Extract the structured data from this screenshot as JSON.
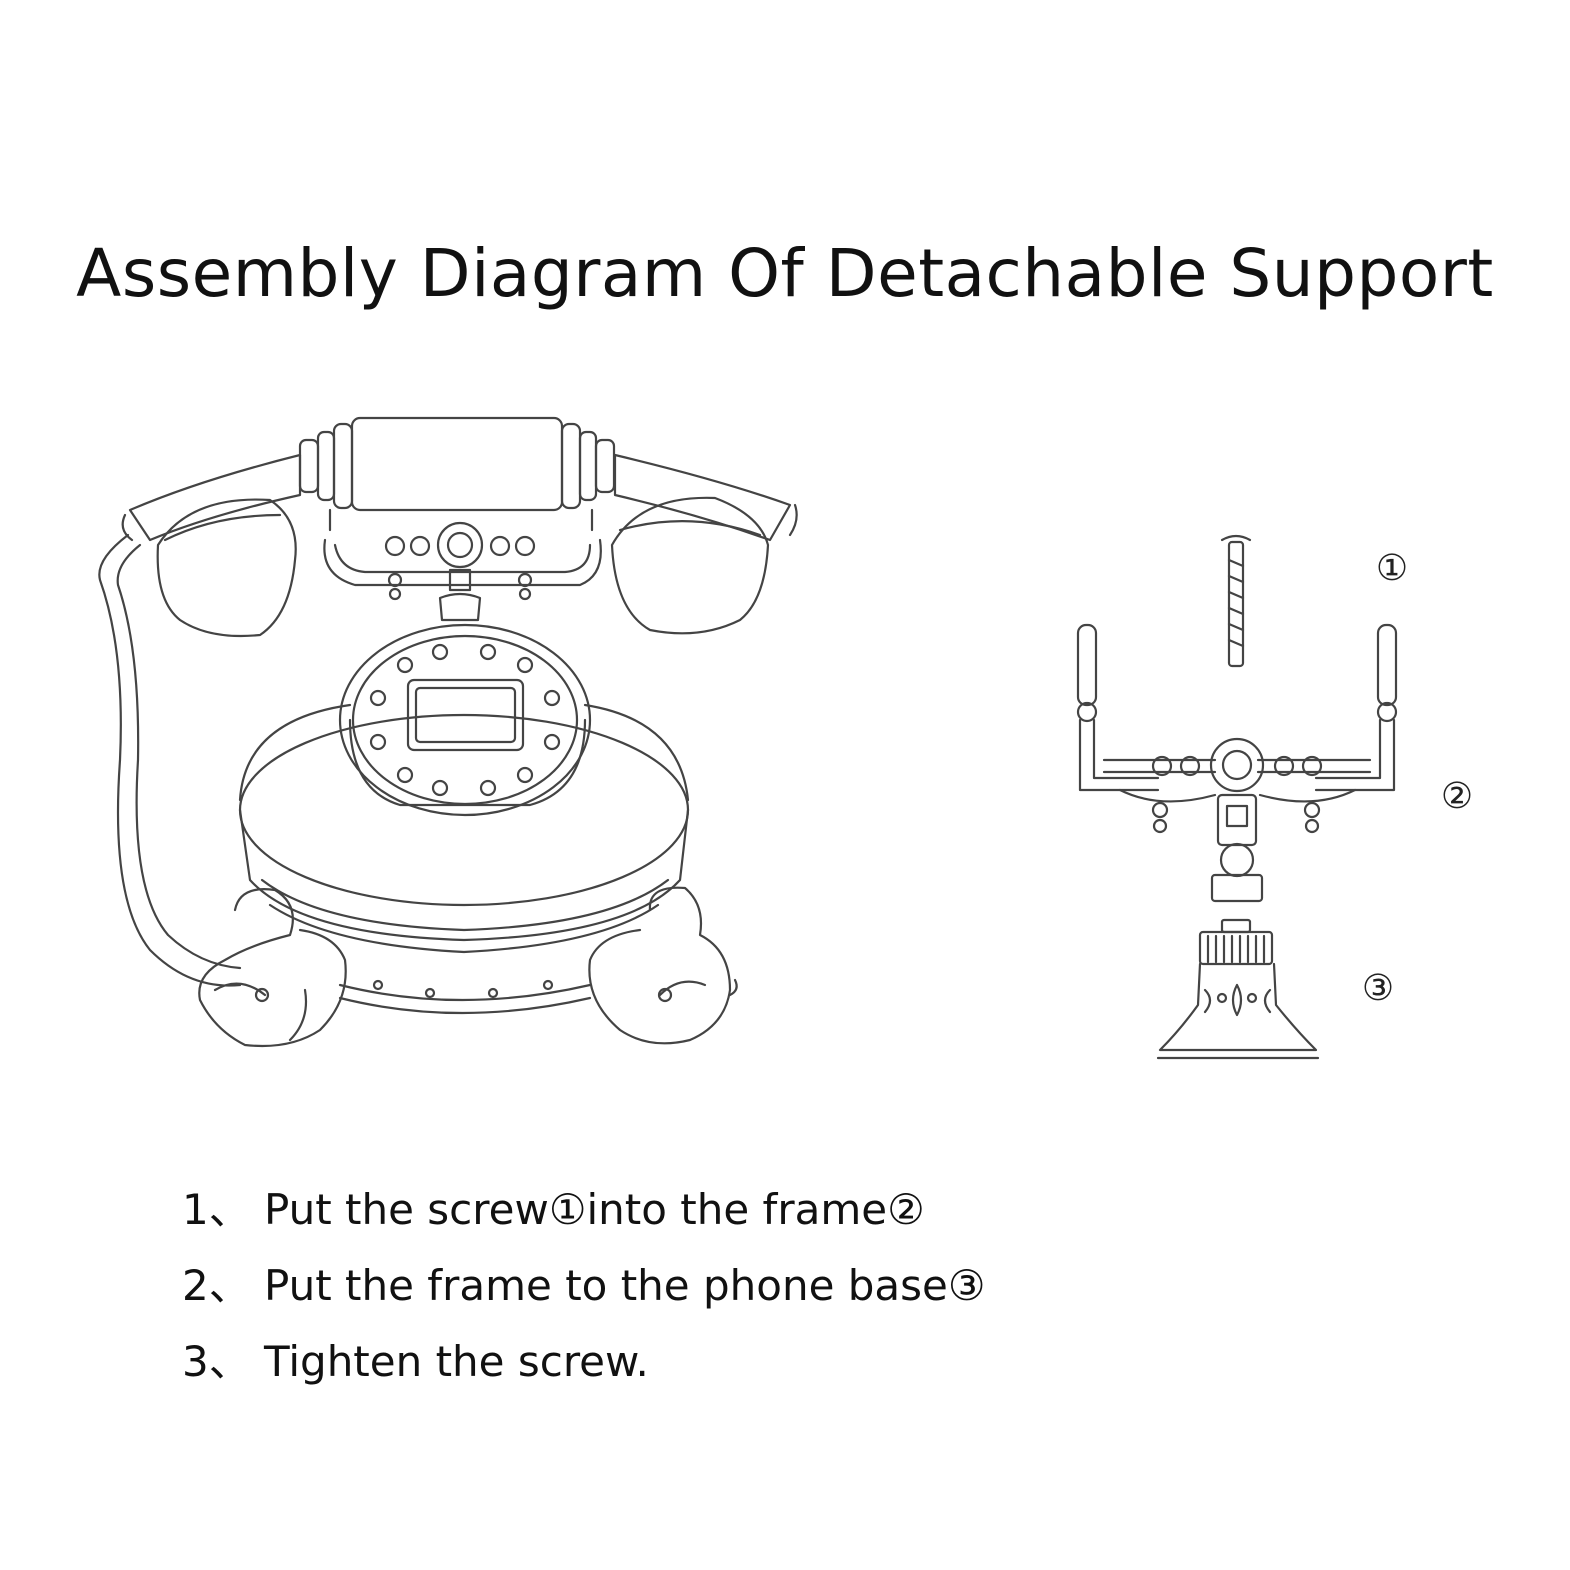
{
  "title": "Assembly Diagram Of Detachable Support",
  "part_labels": {
    "screw": "①",
    "frame": "②",
    "base": "③"
  },
  "steps": [
    {
      "num": "1、",
      "text": "Put the screw①into the frame②"
    },
    {
      "num": "2、",
      "text": "Put the frame to the phone base③"
    },
    {
      "num": "3、",
      "text": "Tighten the screw."
    }
  ]
}
